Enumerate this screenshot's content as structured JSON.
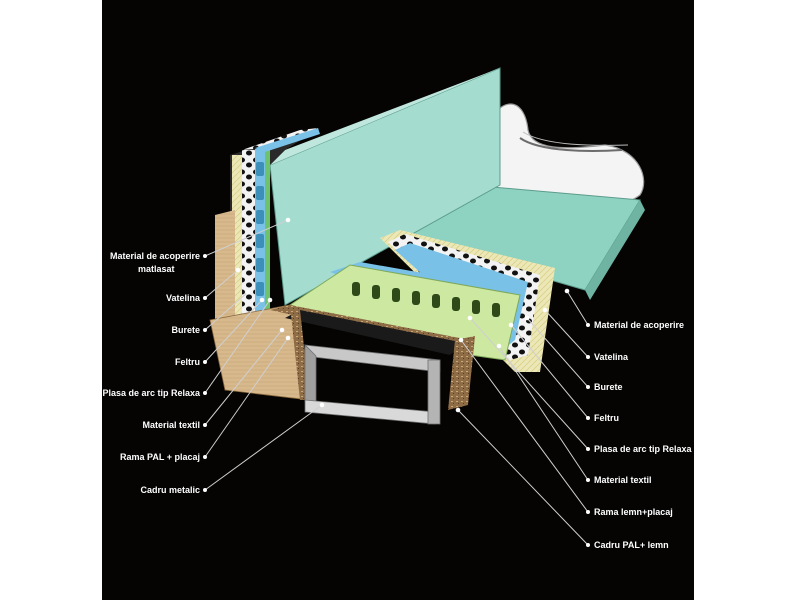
{
  "colors": {
    "background": "#050403",
    "cover": "#9fdccc",
    "vatelina": "#e8e4b8",
    "burete": "#7fc4e8",
    "felt": "#cfe7a3",
    "wood": "#d2b48c",
    "metal": "#b0b0b0"
  },
  "labels_left": [
    {
      "text": "Material de acoperire"
    },
    {
      "text": "matlasat"
    },
    {
      "text": "Vatelina"
    },
    {
      "text": "Burete"
    },
    {
      "text": "Feltru"
    },
    {
      "text": "Plasa de arc tip Relaxa"
    },
    {
      "text": "Material textil"
    },
    {
      "text": "Rama PAL + placaj"
    },
    {
      "text": "Cadru metalic"
    }
  ],
  "labels_right": [
    {
      "text": "Material de acoperire"
    },
    {
      "text": "Vatelina"
    },
    {
      "text": "Burete"
    },
    {
      "text": "Feltru"
    },
    {
      "text": "Plasa de arc tip Relaxa"
    },
    {
      "text": "Material textil"
    },
    {
      "text": "Rama lemn+placaj"
    },
    {
      "text": "Cadru PAL+ lemn"
    }
  ]
}
